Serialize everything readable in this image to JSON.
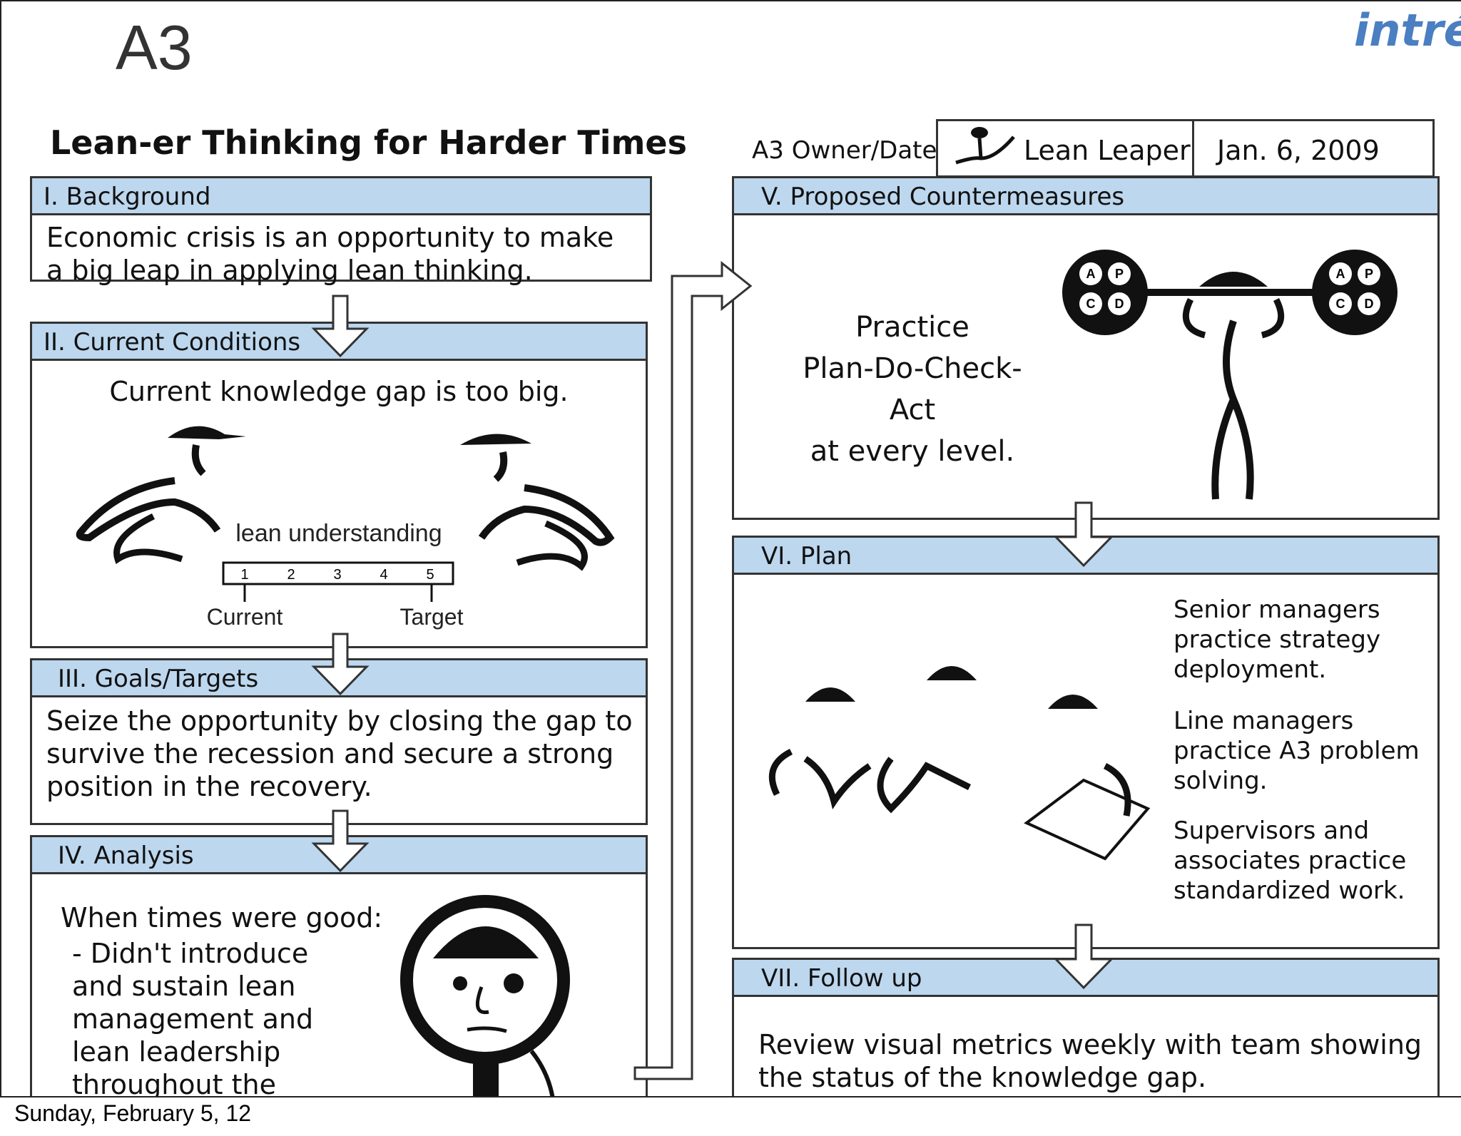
{
  "header": {
    "title": "A3",
    "logo_text": "intré"
  },
  "sheet": {
    "title": "Lean-er Thinking for Harder Times",
    "owner_label": "A3 Owner/Date",
    "owner_name": "Lean Leaper",
    "date": "Jan. 6, 2009"
  },
  "sections": {
    "background": {
      "label": "I. Background",
      "text": "Economic crisis is an opportunity to make a big leap in applying lean thinking."
    },
    "current": {
      "label": "II. Current Conditions",
      "text": "Current knowledge gap is too big.",
      "bridge_label": "lean understanding",
      "scale": [
        "1",
        "2",
        "3",
        "4",
        "5"
      ],
      "current_label": "Current",
      "target_label": "Target"
    },
    "goals": {
      "label": "III. Goals/Targets",
      "text": "Seize the opportunity by closing the gap to survive the recession and secure a strong position in the recovery."
    },
    "analysis": {
      "label": "IV. Analysis",
      "intro": "When times were good:",
      "bullet": "- Didn't introduce and sustain lean management and lean leadership throughout the"
    },
    "countermeasures": {
      "label": "V. Proposed Countermeasures",
      "line1": "Practice",
      "line2": "Plan-Do-Check-Act",
      "line3": "at every level.",
      "pdca": [
        "A",
        "P",
        "C",
        "D"
      ]
    },
    "plan": {
      "label": "VI. Plan",
      "items": [
        "Senior managers practice strategy deployment.",
        "Line managers practice A3 problem solving.",
        "Supervisors and associates practice standardized work."
      ]
    },
    "followup": {
      "label": "VII. Follow up",
      "text": "Review visual metrics weekly with team showing the status of the knowledge gap."
    }
  },
  "footer": {
    "date": "Sunday, February 5, 12"
  },
  "colors": {
    "header_fill": "#bcd7ee",
    "line": "#333333",
    "logo": "#4a7fc1"
  }
}
